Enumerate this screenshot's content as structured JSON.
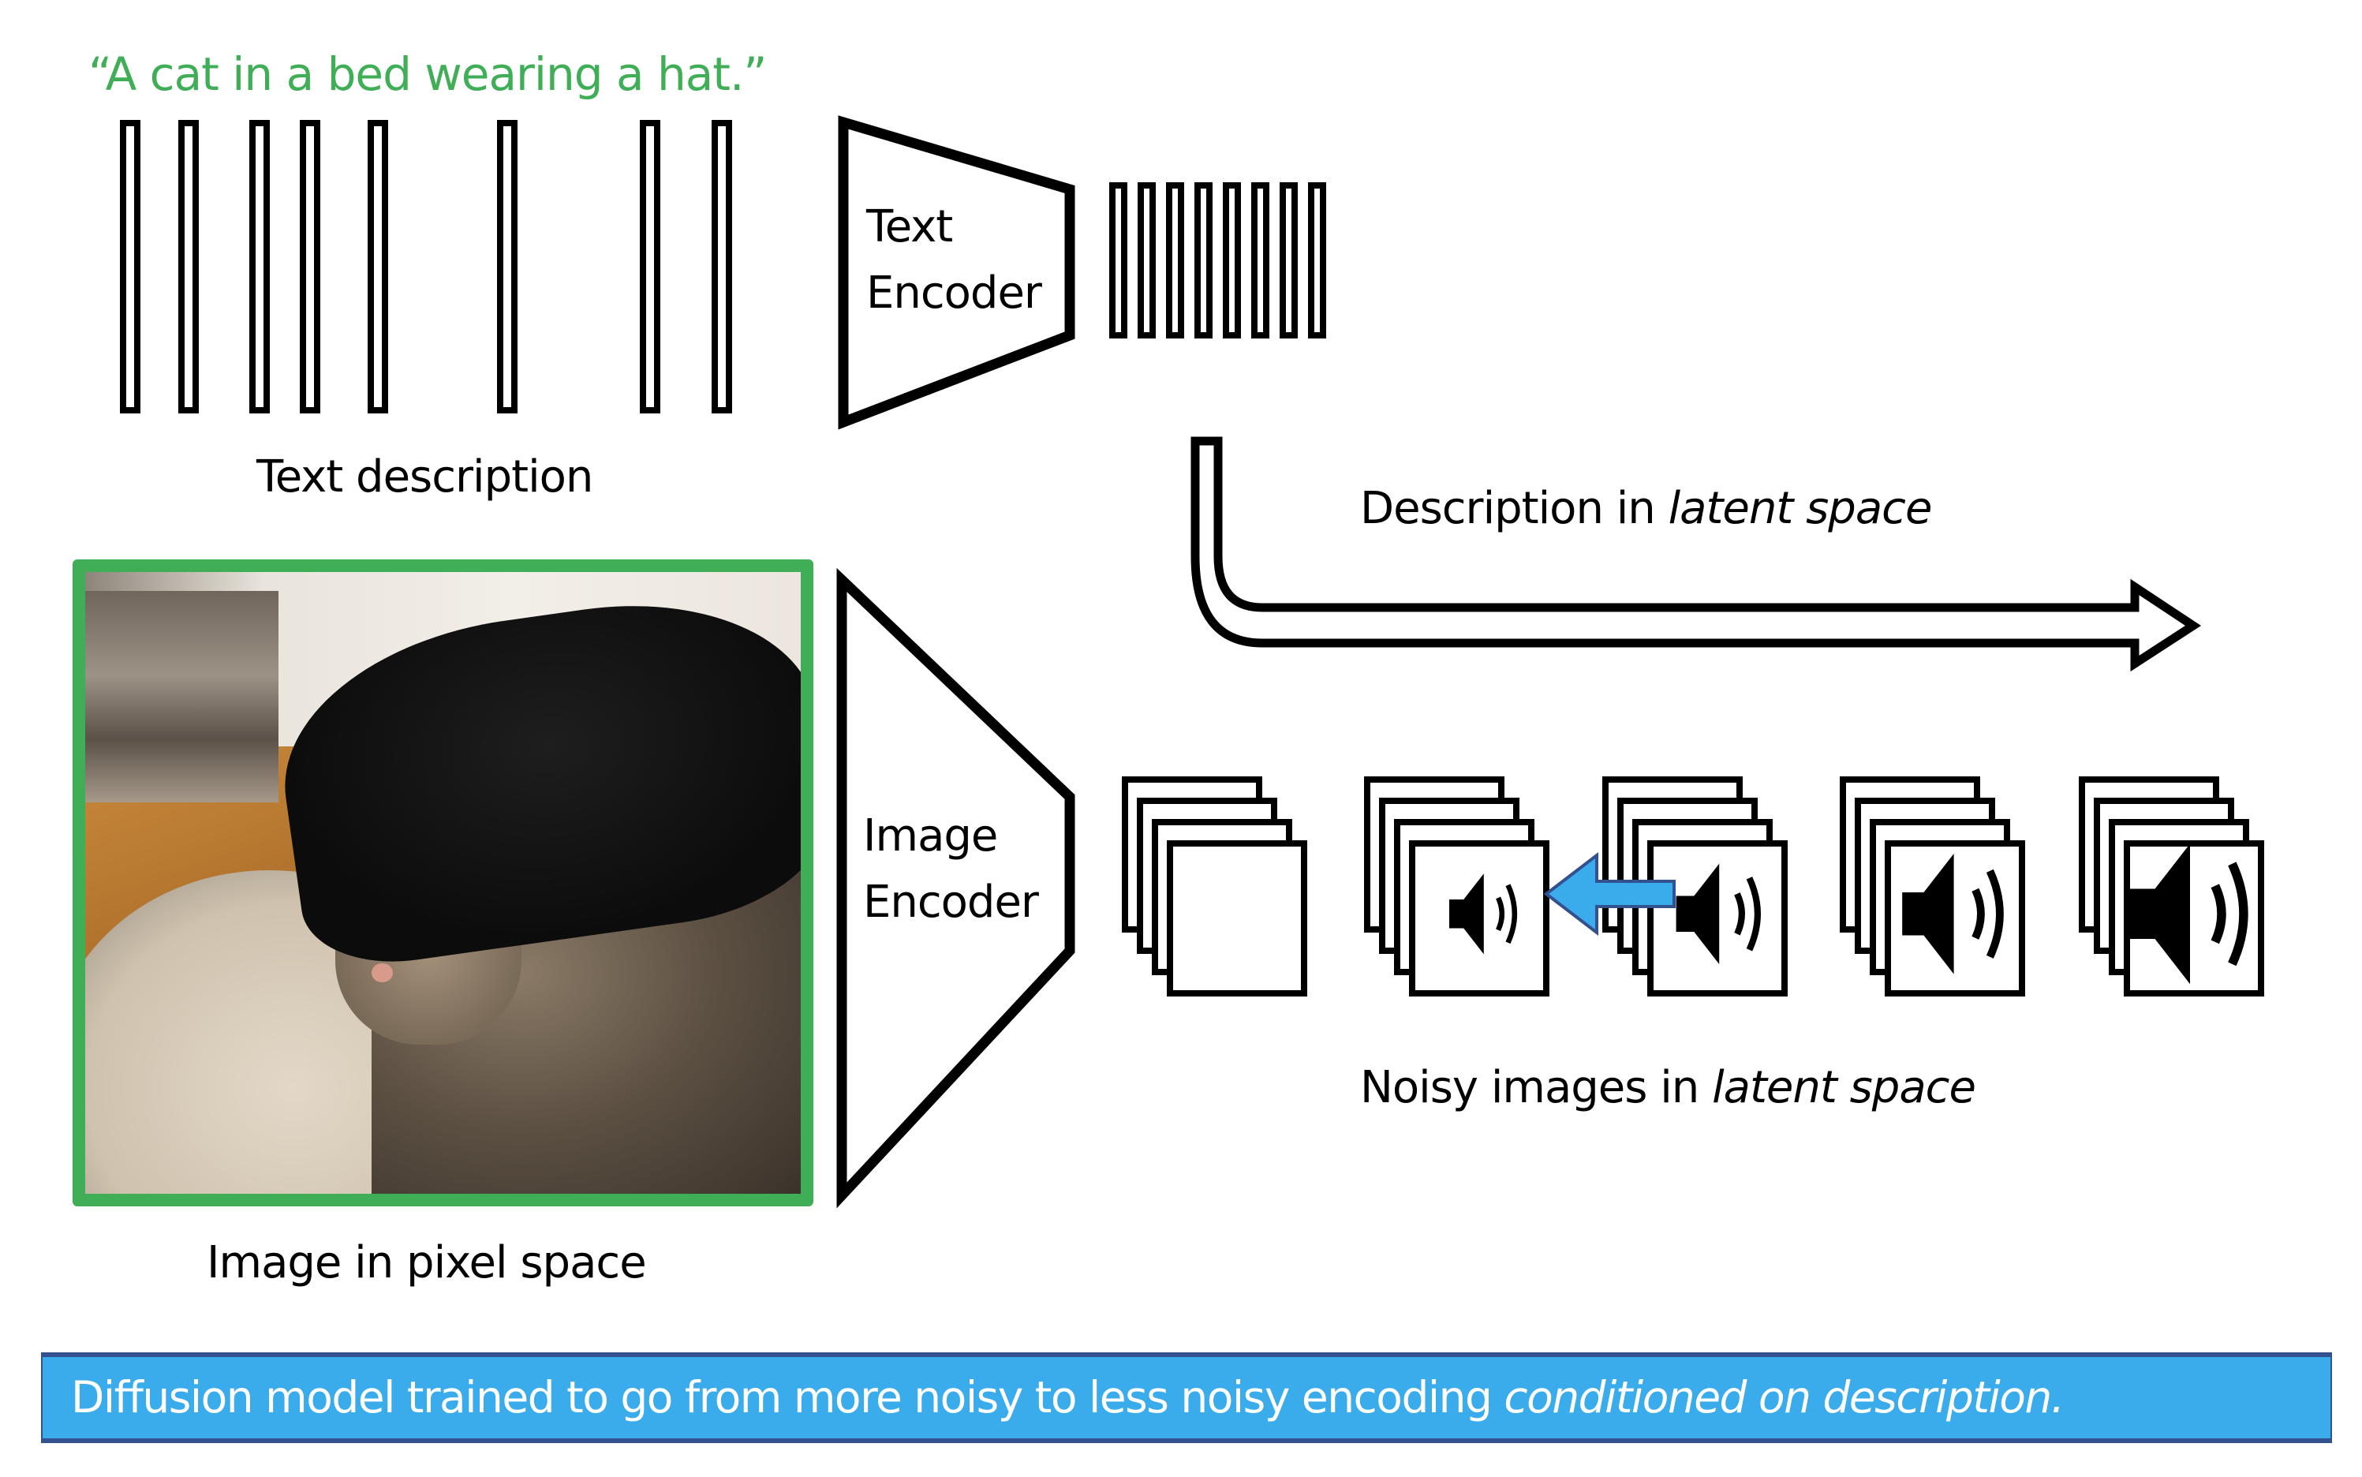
{
  "text_prompt": "“A cat in a bed wearing a hat.”",
  "text_encoder": {
    "line1": "Text",
    "line2": "Encoder"
  },
  "image_encoder": {
    "line1": "Image",
    "line2": "Encoder"
  },
  "captions": {
    "text_description": "Text description",
    "description_latent_prefix": "Description in ",
    "description_latent_italic": "latent space",
    "image_pixel_space": "Image in pixel space",
    "noisy_latent_prefix": "Noisy images in ",
    "noisy_latent_italic": "latent space"
  },
  "banner": {
    "prefix": "Diffusion model trained to go from more noisy to less noisy encoding ",
    "italic": "conditioned on description."
  },
  "token_count": 8,
  "latent_token_count": 8,
  "noisy_stacks": [
    {
      "noise_level": 0,
      "speaker_icon": false
    },
    {
      "noise_level": 1,
      "speaker_icon": true
    },
    {
      "noise_level": 2,
      "speaker_icon": true
    },
    {
      "noise_level": 3,
      "speaker_icon": true
    },
    {
      "noise_level": 4,
      "speaker_icon": true
    }
  ],
  "colors": {
    "prompt_green": "#3fae57",
    "frame_green": "#3fae57",
    "banner_fill": "#3aabeb",
    "banner_border": "#33508f",
    "arrow_fill": "#3aabeb",
    "arrow_stroke": "#33508f"
  }
}
